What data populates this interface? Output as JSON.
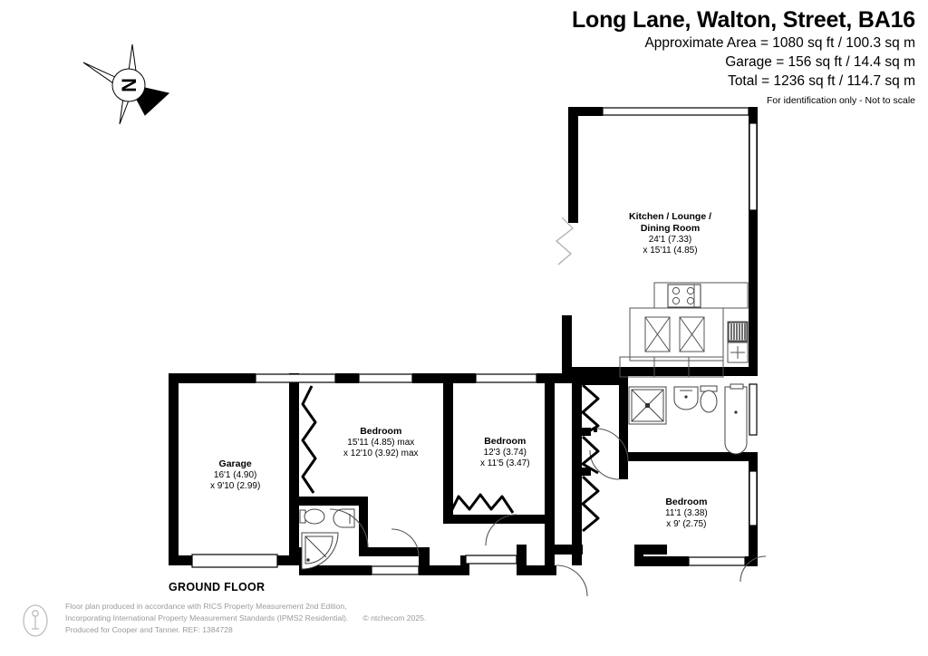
{
  "header": {
    "title": "Long Lane, Walton, Street, BA16",
    "area_lines": [
      "Approximate Area = 1080 sq ft / 100.3 sq m",
      "Garage = 156 sq ft / 14.4 sq m",
      "Total = 1236 sq ft / 114.7 sq m"
    ],
    "disclaimer": "For identification only - Not to scale"
  },
  "compass": {
    "north_letter": "N"
  },
  "floor": {
    "name": "GROUND FLOOR"
  },
  "rooms": [
    {
      "id": "kitchen-lounge-dining",
      "name_line1": "Kitchen / Lounge /",
      "name_line2": "Dining Room",
      "dim_line1": "24'1 (7.33)",
      "dim_line2": "x 15'11 (4.85)"
    },
    {
      "id": "bedroom-1",
      "name_line1": "Bedroom",
      "name_line2": "",
      "dim_line1": "15'11 (4.85) max",
      "dim_line2": "x 12'10 (3.92) max"
    },
    {
      "id": "bedroom-2",
      "name_line1": "Bedroom",
      "name_line2": "",
      "dim_line1": "12'3 (3.74)",
      "dim_line2": "x 11'5 (3.47)"
    },
    {
      "id": "bedroom-3",
      "name_line1": "Bedroom",
      "name_line2": "",
      "dim_line1": "11'1 (3.38)",
      "dim_line2": "x 9' (2.75)"
    },
    {
      "id": "garage",
      "name_line1": "Garage",
      "name_line2": "",
      "dim_line1": "16'1 (4.90)",
      "dim_line2": "x 9'10 (2.99)"
    }
  ],
  "footer": {
    "line1": "Floor plan produced in accordance with RICS Property Measurement 2nd Edition,",
    "line2": "Incorporating International Property Measurement Standards (IPMS2 Residential).",
    "copyright": "© ntchecom 2025.",
    "line3": "Produced for Cooper and Tanner.   REF: 1384728"
  },
  "colors": {
    "wall": "#000000",
    "background": "#ffffff",
    "fixture_stroke": "#333333",
    "footer_text": "#9a9a9a"
  }
}
